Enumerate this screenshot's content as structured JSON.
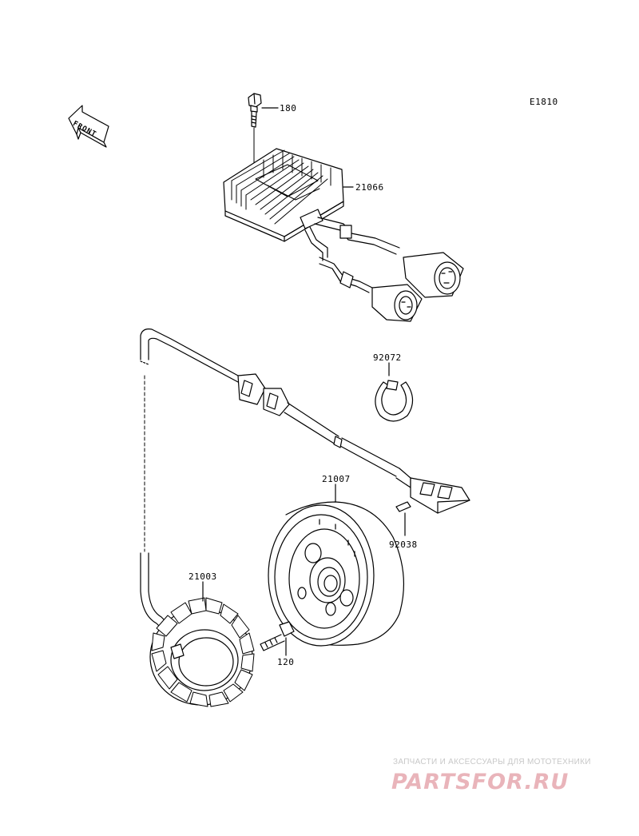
{
  "diagram_code": "E1810",
  "front_label": "FRONT",
  "parts": [
    {
      "id": "bolt-top",
      "number": "180"
    },
    {
      "id": "regulator",
      "number": "21066"
    },
    {
      "id": "clamp",
      "number": "92072"
    },
    {
      "id": "rotor",
      "number": "21007"
    },
    {
      "id": "key",
      "number": "92038"
    },
    {
      "id": "stator",
      "number": "21003"
    },
    {
      "id": "bolt-stator",
      "number": "120"
    }
  ],
  "watermark": {
    "tagline": "ЗАПЧАСТИ И АКСЕССУАРЫ ДЛЯ МОТОТЕХНИКИ",
    "logo": "PARTSFOR.RU",
    "logo_color": "#e9b4ba"
  }
}
